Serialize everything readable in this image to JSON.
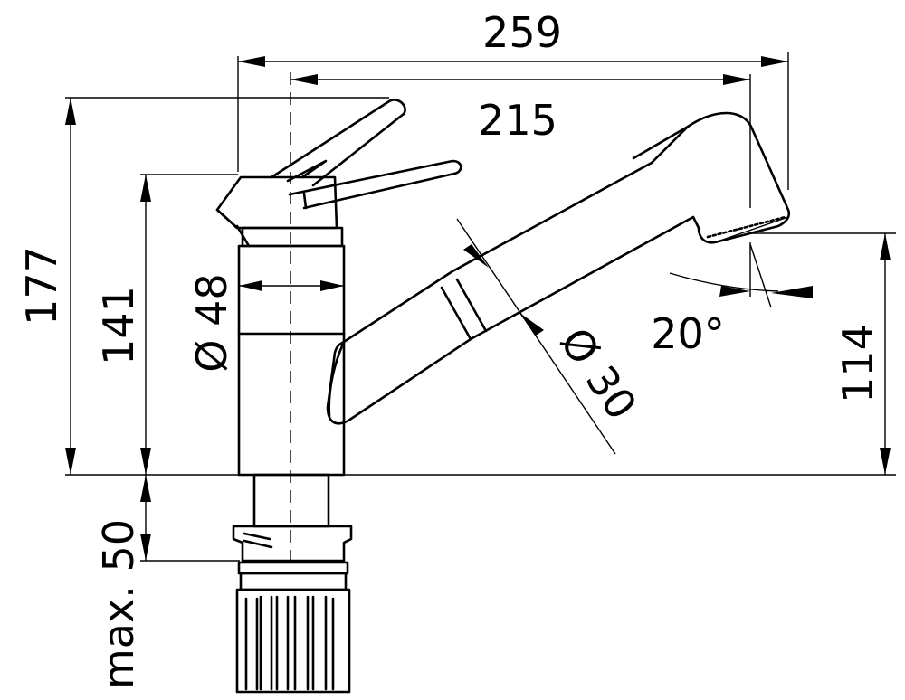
{
  "dimensions": {
    "overall_length": "259",
    "spout_reach": "215",
    "total_height": "177",
    "body_height": "141",
    "body_diameter": "Ø 48",
    "spout_diameter": "Ø 30",
    "swivel_angle": "20°",
    "outlet_height": "114",
    "mounting_depth": "max. 50"
  }
}
